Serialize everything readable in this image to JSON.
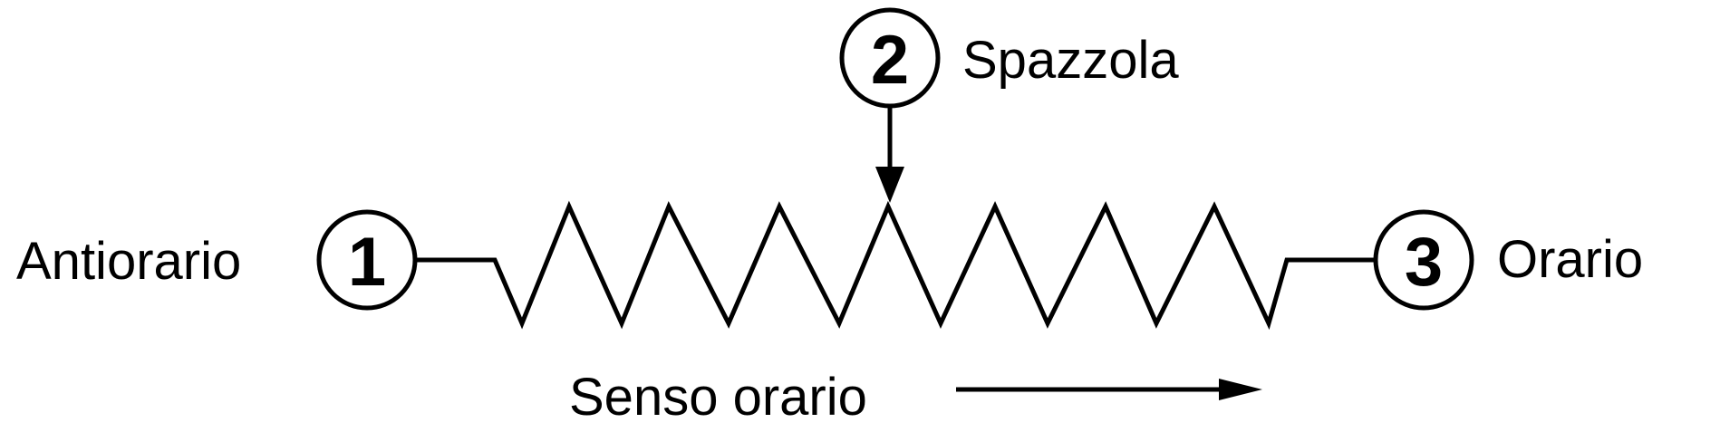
{
  "terminals": {
    "ccw": {
      "number": "1",
      "label": "Antiorario"
    },
    "wiper": {
      "number": "2",
      "label": "Spazzola"
    },
    "cw": {
      "number": "3",
      "label": "Orario"
    }
  },
  "direction": {
    "label": "Senso orario"
  },
  "colors": {
    "ink": "#000000",
    "background": "#ffffff"
  }
}
